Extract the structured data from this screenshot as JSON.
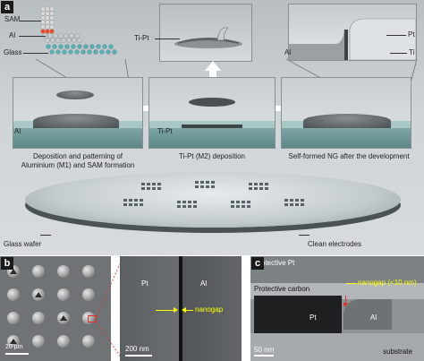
{
  "panels": {
    "a": {
      "letter": "a",
      "layers": {
        "sam": "SAM",
        "al": "Al",
        "glass": "Glass"
      },
      "steps": [
        {
          "label": "Al",
          "caption_line1": "Deposition and patterning of",
          "caption_line2": "Aluminium (M1) and SAM formation"
        },
        {
          "label": "Ti-Pt",
          "caption_line1": "Ti-Pt (M2) deposition",
          "caption_line2": ""
        },
        {
          "label": "",
          "caption_line1": "Self-formed NG after the development",
          "caption_line2": ""
        }
      ],
      "zoom_center_label": "Ti-Pt",
      "zoom_right": {
        "al": "Al",
        "pt": "Pt",
        "ti": "Ti"
      },
      "wafer_label": "Glass wafer",
      "electrodes_label": "Clean electrodes"
    },
    "b": {
      "letter": "b",
      "left_scalebar": "20 µm",
      "right": {
        "pt": "Pt",
        "al": "Al",
        "nanogap": "nanogap",
        "scalebar": "200 nm"
      }
    },
    "c": {
      "letter": "c",
      "protective_pt": "Protective Pt",
      "protective_carbon": "Protective carbon",
      "nanogap": "nanogap (<10 nm)",
      "pt": "Pt",
      "al": "Al",
      "substrate": "substrate",
      "scalebar": "50 nm"
    }
  },
  "colors": {
    "accent_arrow": "#ffff00",
    "zoom_line": "#e03030"
  }
}
